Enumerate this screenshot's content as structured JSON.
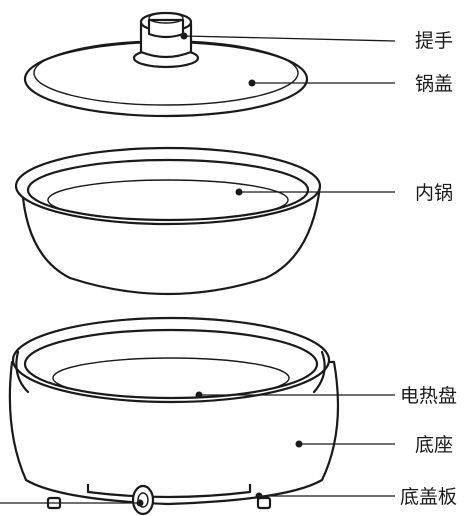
{
  "labels": {
    "handle": "提手",
    "lid": "锅盖",
    "inner_pot": "内锅",
    "heating_plate": "电热盘",
    "base": "底座",
    "bottom_cover": "底盖板"
  }
}
